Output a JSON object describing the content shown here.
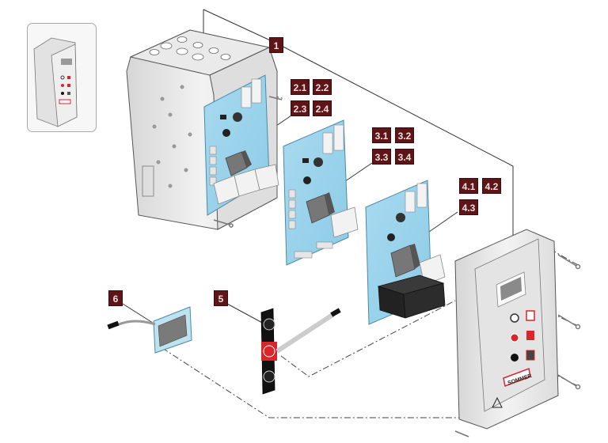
{
  "diagram": {
    "title": "Exploded view – control unit",
    "brand_text": "SOMMER",
    "colors": {
      "label_bg": "#5e1518",
      "label_text": "#f1dede",
      "pcb": "#9fd3ea",
      "housing": "#e8e8e8",
      "stop_red": "#d8262b"
    },
    "thumbnail": {
      "name": "assembled-unit-thumbnail"
    },
    "callouts": [
      {
        "id": "1",
        "text": "1",
        "part": "housing"
      },
      {
        "id": "2.1",
        "text": "2.1",
        "part": "main-board-variant"
      },
      {
        "id": "2.2",
        "text": "2.2",
        "part": "main-board-variant"
      },
      {
        "id": "2.3",
        "text": "2.3",
        "part": "main-board-variant"
      },
      {
        "id": "2.4",
        "text": "2.4",
        "part": "main-board-variant"
      },
      {
        "id": "3.1",
        "text": "3.1",
        "part": "control-board-variant"
      },
      {
        "id": "3.2",
        "text": "3.2",
        "part": "control-board-variant"
      },
      {
        "id": "3.3",
        "text": "3.3",
        "part": "control-board-variant"
      },
      {
        "id": "3.4",
        "text": "3.4",
        "part": "control-board-variant"
      },
      {
        "id": "4.1",
        "text": "4.1",
        "part": "board-with-relay-block"
      },
      {
        "id": "4.2",
        "text": "4.2",
        "part": "board-with-relay-block"
      },
      {
        "id": "4.3",
        "text": "4.3",
        "part": "board-with-relay-block"
      },
      {
        "id": "5",
        "text": "5",
        "part": "push-button-panel"
      },
      {
        "id": "6",
        "text": "6",
        "part": "display-module"
      }
    ],
    "cover": {
      "buttons": [
        "open",
        "stop",
        "close"
      ],
      "keys": [
        "open-key",
        "stop-key",
        "close-key"
      ],
      "warning_symbol": "electric-hazard-icon"
    }
  }
}
